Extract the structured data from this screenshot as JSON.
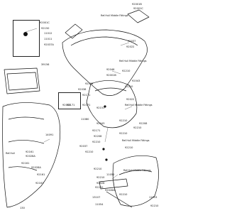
{
  "diagram": {
    "box_labels": {
      "top": [
        "92150",
        "11012",
        "92001C",
        "11011",
        "92037A",
        "39156"
      ],
      "bottom": [
        "92171",
        "92033",
        "92171"
      ]
    },
    "ref_notes": [
      "Ref.Hull Middle Fittings",
      "Ref.Hull Middle Fittings",
      "Ref.Hull Middle Fittings",
      "Ref.Hull Middle Fittings",
      "Ref.Hull Middle Fittings",
      "Ref.Hull"
    ],
    "parts": [
      "92001B",
      "92001C",
      "92037",
      "92022",
      "92046",
      "92001B",
      "92210",
      "92033",
      "92038",
      "92043",
      "92210",
      "92171",
      "92022",
      "92151",
      "92043",
      "92210",
      "92208",
      "92210",
      "92210",
      "11080",
      "92171",
      "92208",
      "92210",
      "14091",
      "92037",
      "92210",
      "92210",
      "92161",
      "92028A",
      "92161",
      "92028A",
      "92210",
      "92161",
      "92161",
      "11050",
      "92210",
      "92028",
      "92210",
      "92028A",
      "92210",
      "13107",
      "11054",
      "11053",
      "130",
      "92210"
    ]
  }
}
